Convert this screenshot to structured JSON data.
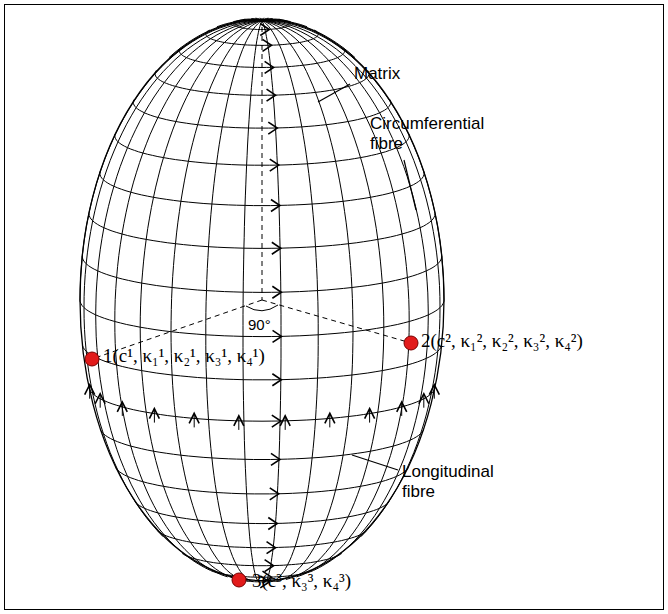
{
  "diagram": {
    "labels": [
      "Matrix",
      "Circumferential fibre",
      "Longitudinal fibre",
      "90°",
      "1(c¹, κ₁¹, κ₂¹, κ₃¹, κ₄¹)",
      "2(c², κ₁², κ₂², κ₃², κ₄²)",
      "3(c³, κ₃³, κ₄³)"
    ]
  }
}
